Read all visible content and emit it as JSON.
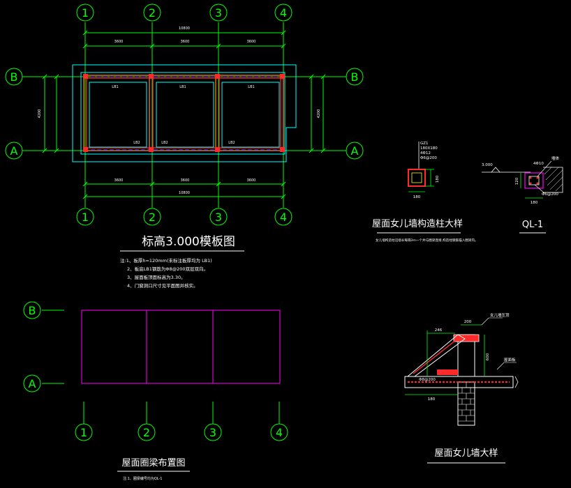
{
  "grid": {
    "cols": [
      "1",
      "2",
      "3",
      "4"
    ],
    "rows": [
      "A",
      "B"
    ]
  },
  "plan": {
    "dims_top_total": "10800",
    "dims_top": [
      "3600",
      "3600",
      "3600"
    ],
    "dims_bottom_total": "10800",
    "dims_bottom": [
      "3600",
      "3600",
      "3600"
    ],
    "dims_side_left": "4200",
    "dims_side_right": "4200",
    "slab_labels": [
      "LB1",
      "LB1",
      "LB1"
    ],
    "bottom_labels": [
      "LB2",
      "LB2",
      "LB2"
    ],
    "title": "标高3.000模板图",
    "notes": [
      "注:1、板厚h=120mm(未标注板厚均为 LB1)",
      "2、板底LB1钢筋为Φ8@200双层双向。",
      "3、屋面板顶面标高为3.30。",
      "4、门窗洞口尺寸见平面图并核实。"
    ]
  },
  "column_detail": {
    "callout": [
      "GZ1",
      "180X180",
      "4Φ12",
      "Φ6@200"
    ],
    "dim_width": "180",
    "dim_height": "180",
    "title": "屋面女儿墙构造柱大样",
    "note": "女儿墙构造柱沿墙长每隔3m一个并与圈梁连接,构造柱钢筋锚入圈梁内。"
  },
  "ql_detail": {
    "elev": "3.000",
    "rebar_top": "4Φ10",
    "rebar_stirrup": "Φ6@200",
    "dim_h": "120",
    "dim_w": "180",
    "wall_label": "墙体",
    "title": "QL-1"
  },
  "beam_layout": {
    "title": "屋面圈梁布置图",
    "note": "注:1、圈梁编号均为QL-1"
  },
  "parapet_detail": {
    "label_top": "女儿墙压顶",
    "dims": [
      "246",
      "200",
      "600",
      "180"
    ],
    "label_side": "屋面板",
    "label_slab": "Φ8@200",
    "title": "屋面女儿墙大样"
  },
  "colors": {
    "grid": "#00ff00",
    "slab": "#00ffff",
    "beam_red": "#ff2a2a",
    "beam_orange": "#ff8000",
    "magenta": "#ff00ff",
    "blue": "#3a3aff",
    "white": "#ffffff",
    "yellow": "#ffff00"
  }
}
